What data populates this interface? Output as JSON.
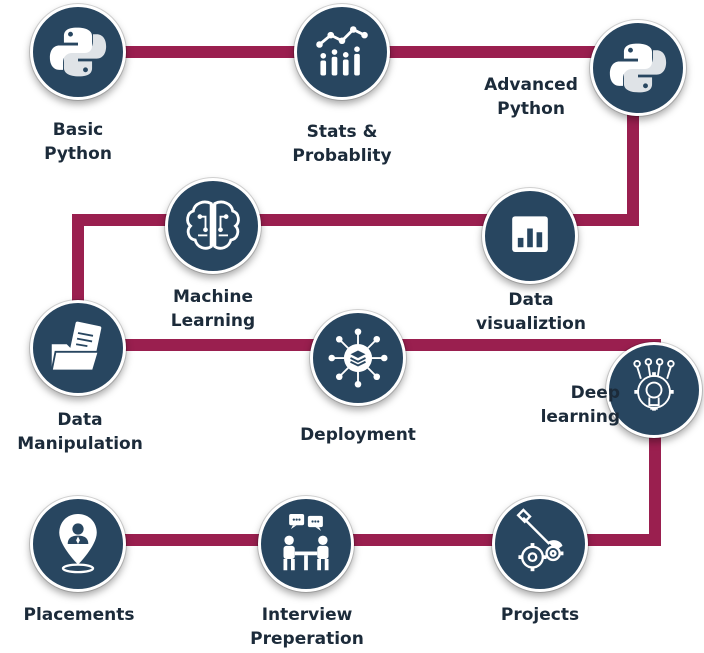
{
  "colors": {
    "path": "#9a1f4f",
    "node": "#284660",
    "icon": "#ffffff",
    "text": "#1c2b3a"
  },
  "steps": [
    {
      "label": "Basic\nPython",
      "icon": "python-icon"
    },
    {
      "label": "Stats &\nProbablity",
      "icon": "stats-icon"
    },
    {
      "label": "Advanced\nPython",
      "icon": "python-icon"
    },
    {
      "label": "Data\nvisualiztion",
      "icon": "bar-chart-icon"
    },
    {
      "label": "Machine\nLearning",
      "icon": "brain-circuit-icon"
    },
    {
      "label": "Data\nManipulation",
      "icon": "folder-document-icon"
    },
    {
      "label": "Deployment",
      "icon": "deployment-network-icon"
    },
    {
      "label": "Deep\nlearning",
      "icon": "lightbulb-gear-icon"
    },
    {
      "label": "Projects",
      "icon": "tools-gears-icon"
    },
    {
      "label": "Interview\nPreperation",
      "icon": "interview-icon"
    },
    {
      "label": "Placements",
      "icon": "person-pin-icon"
    }
  ]
}
